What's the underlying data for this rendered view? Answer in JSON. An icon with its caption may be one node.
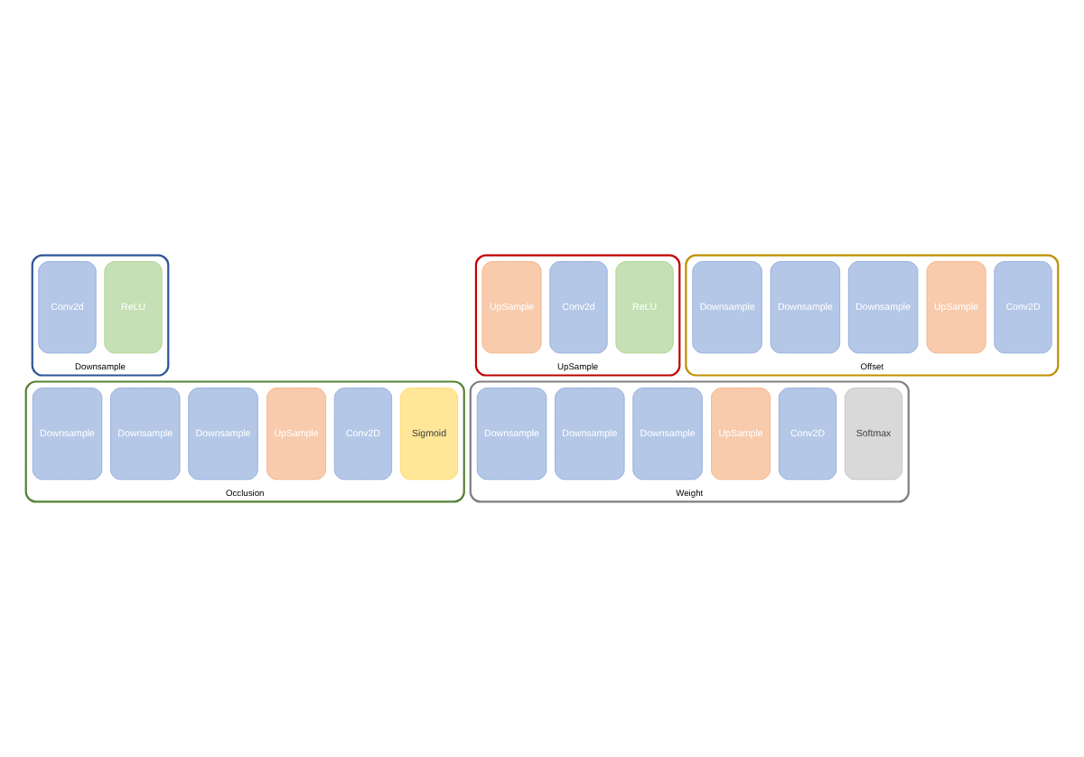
{
  "diagram": {
    "nodes": [
      {
        "text": [
          "Downsample"
        ]
      },
      {
        "text": [
          "Conv2d"
        ],
        "in": 0
      },
      {
        "text": [
          "ReLU"
        ],
        "in": 0
      },
      {
        "text": [
          "UpSample"
        ]
      },
      {
        "text": [
          "UpSample"
        ],
        "in": 3
      },
      {
        "text": [
          "Conv2d"
        ],
        "in": 3
      },
      {
        "text": [
          "ReLU"
        ],
        "in": 3
      },
      {
        "text": [
          "Offset"
        ]
      },
      {
        "text": [
          "Downsample"
        ],
        "in": 7
      },
      {
        "text": [
          "Downsample"
        ],
        "in": 7
      },
      {
        "text": [
          "Downsample"
        ],
        "in": 7
      },
      {
        "text": [
          "UpSample"
        ],
        "in": 7
      },
      {
        "text": [
          "Conv2D"
        ],
        "in": 7
      },
      {
        "text": [
          "Occlusion"
        ]
      },
      {
        "text": [
          "Downsample"
        ],
        "in": 13
      },
      {
        "text": [
          "Downsample"
        ],
        "in": 13
      },
      {
        "text": [
          "Downsample"
        ],
        "in": 13
      },
      {
        "text": [
          "UpSample"
        ],
        "in": 13
      },
      {
        "text": [
          "Conv2D"
        ],
        "in": 13
      },
      {
        "text": [
          "Sigmoid"
        ],
        "in": 13
      },
      {
        "text": [
          "Weight"
        ]
      },
      {
        "text": [
          "Downsample"
        ],
        "in": 20
      },
      {
        "text": [
          "Downsample"
        ],
        "in": 20
      },
      {
        "text": [
          "Downsample"
        ],
        "in": 20
      },
      {
        "text": [
          "UpSample"
        ],
        "in": 20
      },
      {
        "text": [
          "Conv2D"
        ],
        "in": 20
      },
      {
        "text": [
          "Softmax"
        ],
        "in": 20
      }
    ],
    "edges": []
  }
}
